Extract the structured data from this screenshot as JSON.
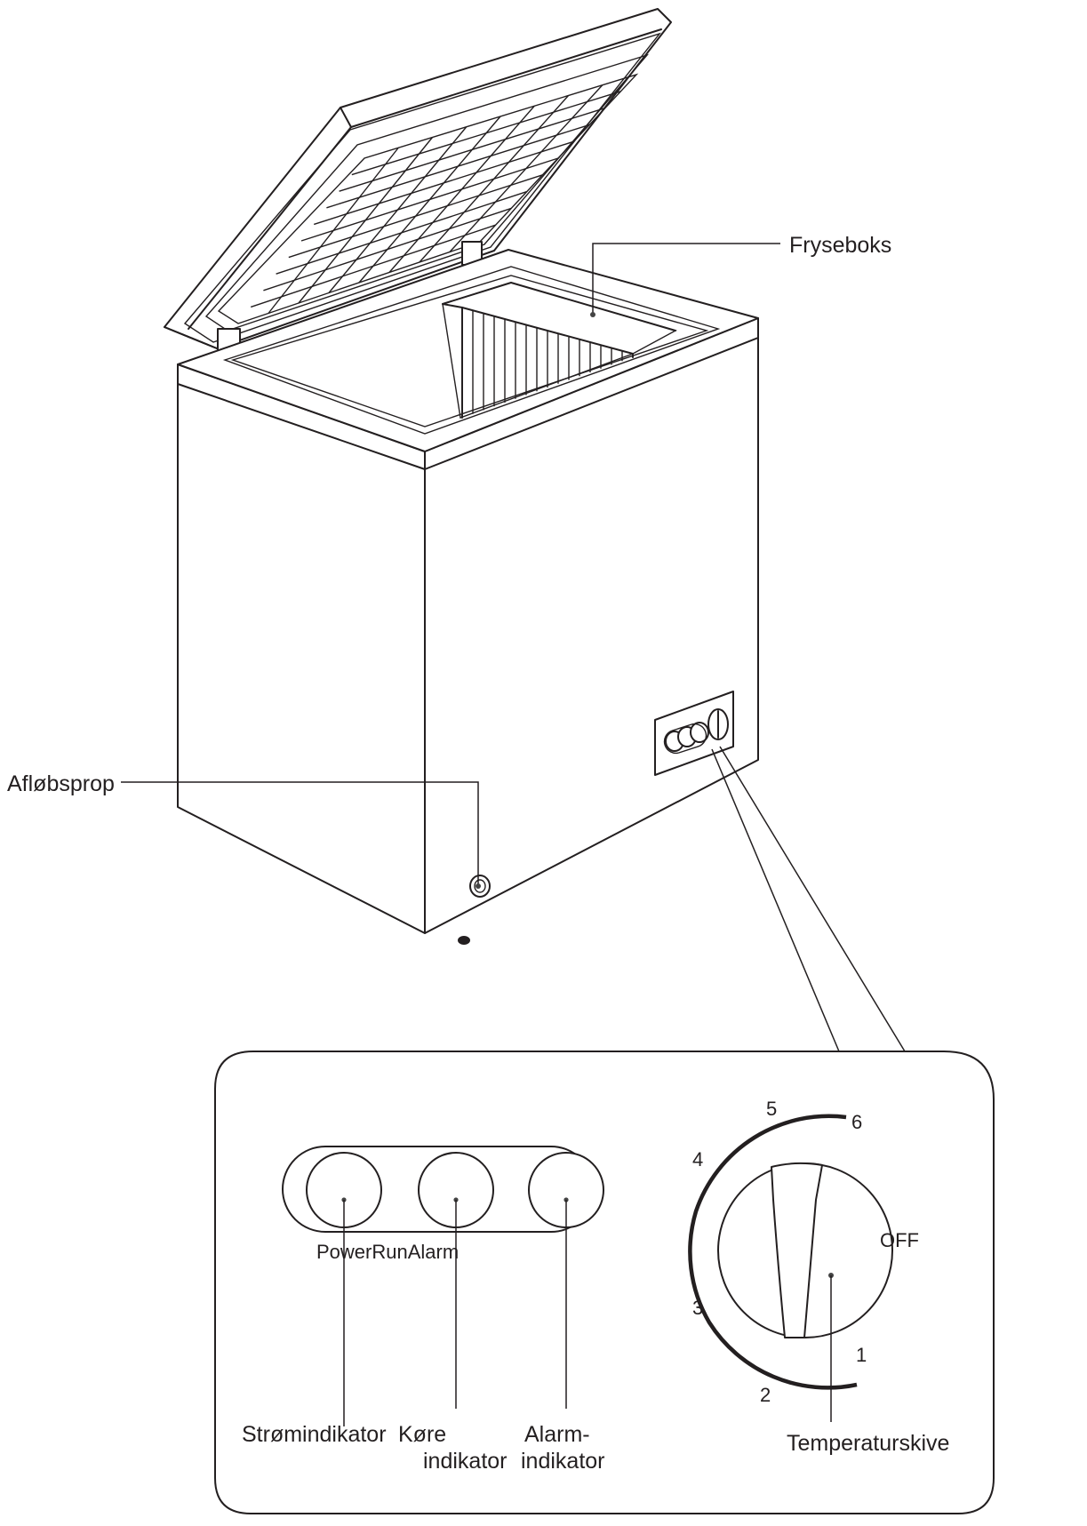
{
  "labels": {
    "freezer_basket": "Fryseboks",
    "drain_plug": "Afløbsprop",
    "panel_text": "PowerRunAlarm",
    "power_indicator": "Strømindikator",
    "run_indicator_line1": "Køre",
    "run_indicator_line2": "indikator",
    "alarm_indicator_line1": "Alarm-",
    "alarm_indicator_line2": "indikator",
    "temperature_dial": "Temperaturskive"
  },
  "dial": {
    "marks": [
      "1",
      "2",
      "3",
      "4",
      "5",
      "6"
    ],
    "off_label": "OFF"
  },
  "icons": {
    "freezer": "chest-freezer-icon",
    "indicator_light": "indicator-light-icon",
    "dial_knob": "thermostat-knob-icon"
  },
  "colors": {
    "line": "#231f20",
    "background": "#ffffff"
  }
}
